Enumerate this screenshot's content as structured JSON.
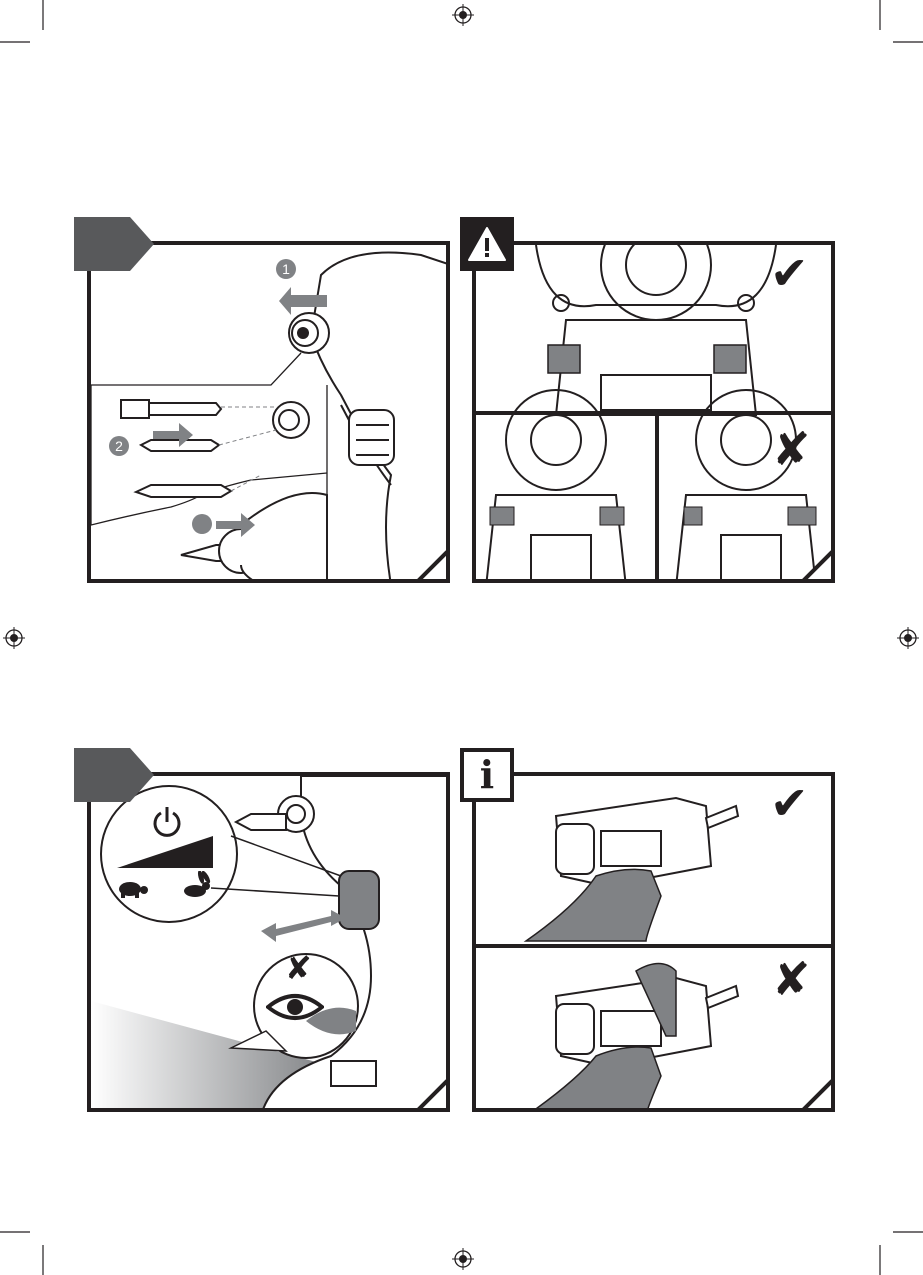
{
  "figures": [
    {
      "id": "fig-a",
      "step_label": "",
      "steps": [
        {
          "number": "1"
        },
        {
          "number": "2"
        },
        {
          "number": ""
        }
      ]
    },
    {
      "id": "fig-b",
      "alert": "warning-icon",
      "results": [
        {
          "mark": "✔"
        },
        {
          "mark": "✘"
        }
      ]
    },
    {
      "id": "fig-c",
      "step_label": "",
      "callout_icons": [
        "power-icon",
        "turtle-icon",
        "rabbit-icon",
        "eye-icon"
      ],
      "callout_mark": "✘"
    },
    {
      "id": "fig-d",
      "info": "i",
      "results": [
        {
          "mark": "✔"
        },
        {
          "mark": "✘"
        }
      ]
    }
  ],
  "colors": {
    "ink": "#231f20",
    "dark_grey": "#58595b",
    "mid_grey": "#808285",
    "light_grey": "#bcbec0"
  }
}
